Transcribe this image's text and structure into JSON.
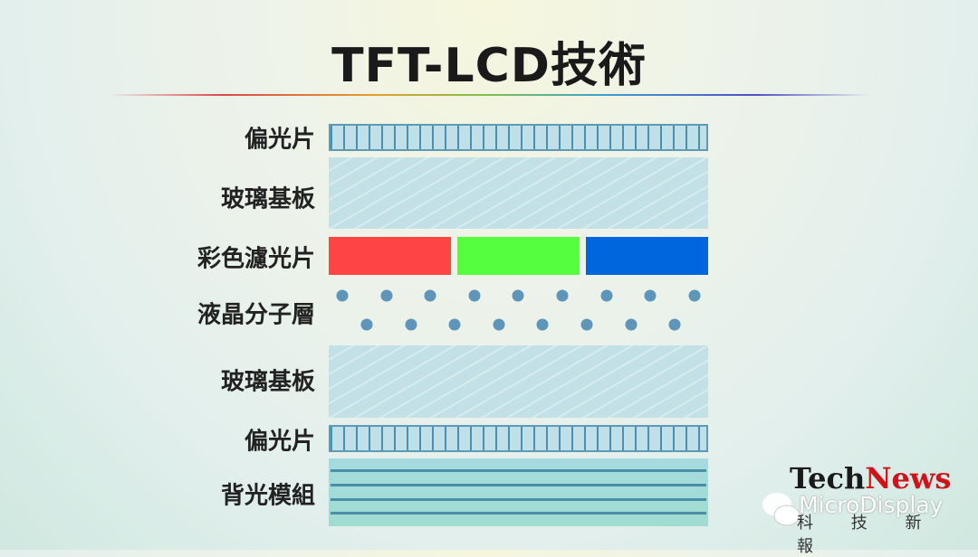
{
  "title": "TFT-LCD技術",
  "layers": [
    {
      "label": "偏光片"
    },
    {
      "label": "玻璃基板"
    },
    {
      "label": "彩色濾光片"
    },
    {
      "label": "液晶分子層"
    },
    {
      "label": "玻璃基板"
    },
    {
      "label": "偏光片"
    },
    {
      "label": "背光模組"
    }
  ],
  "color_filter": {
    "colors": [
      "#ff4444",
      "#55ff3d",
      "#0066dd"
    ]
  },
  "watermark": {
    "brand_a": "Tech",
    "brand_b": "News",
    "sub": "MicroDisplay",
    "chinese": "科 技 新 報",
    "icon": "wechat-icon"
  }
}
